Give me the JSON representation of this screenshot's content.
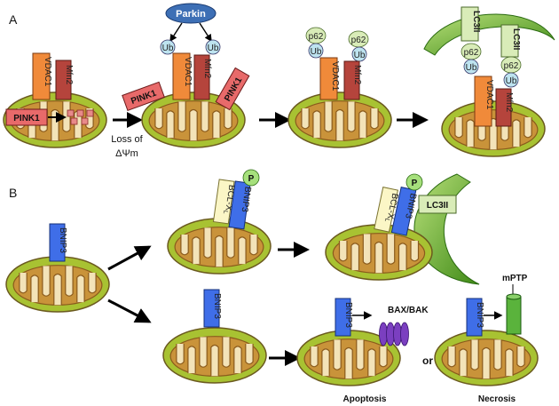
{
  "panels": {
    "a": "A",
    "b": "B"
  },
  "proteins": {
    "pink1": "PINK1",
    "parkin": "Parkin",
    "ub": "Ub",
    "vdac1": "VDAC1",
    "mfn2": "Mfn2",
    "p62": "p62",
    "lc3ii": "LC3II",
    "bnip3": "BNIP3",
    "bclxl": "BCL-X",
    "bclxl_sub": "L",
    "p": "P",
    "baxbak": "BAX/BAK",
    "mptp": "mPTP"
  },
  "labels": {
    "loss_of": "Loss of",
    "delta_psi": "ΔΨm",
    "or": "or",
    "apoptosis": "Apoptosis",
    "necrosis": "Necrosis"
  },
  "colors": {
    "mito_fill": "#a8c232",
    "mito_edge": "#6b5a1f",
    "matrix_fill": "#c9933a",
    "cristae": "#8a5a1c",
    "vdac": "#f08a3a",
    "mfn2": "#b5443c",
    "pink1": "#e86a6a",
    "ub": "#bde3ef",
    "p62": "#d9ecb8",
    "lc3": "#7ec23a",
    "bnip3": "#3f6ee8",
    "bclxl": "#fbf6c6",
    "parkin": "#3d6fb5",
    "baxbak": "#7b3fc0",
    "mptp": "#5ab33c"
  }
}
